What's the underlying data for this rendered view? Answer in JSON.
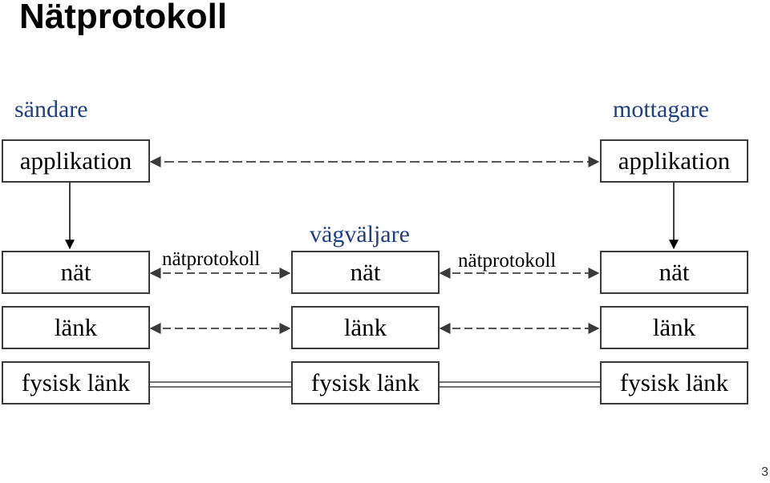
{
  "title": "Nätprotokoll",
  "sender_label": "sändare",
  "receiver_label": "mottagare",
  "router_label": "vägväljare",
  "sender": {
    "application": "applikation",
    "network": "nät",
    "link": "länk",
    "physical": "fysisk länk"
  },
  "router": {
    "network": "nät",
    "link": "länk",
    "physical": "fysisk länk"
  },
  "receiver": {
    "application": "applikation",
    "network": "nät",
    "link": "länk",
    "physical": "fysisk länk"
  },
  "protocol_label_left": "nätprotokoll",
  "protocol_label_right": "nätprotokoll",
  "page_number": "3"
}
